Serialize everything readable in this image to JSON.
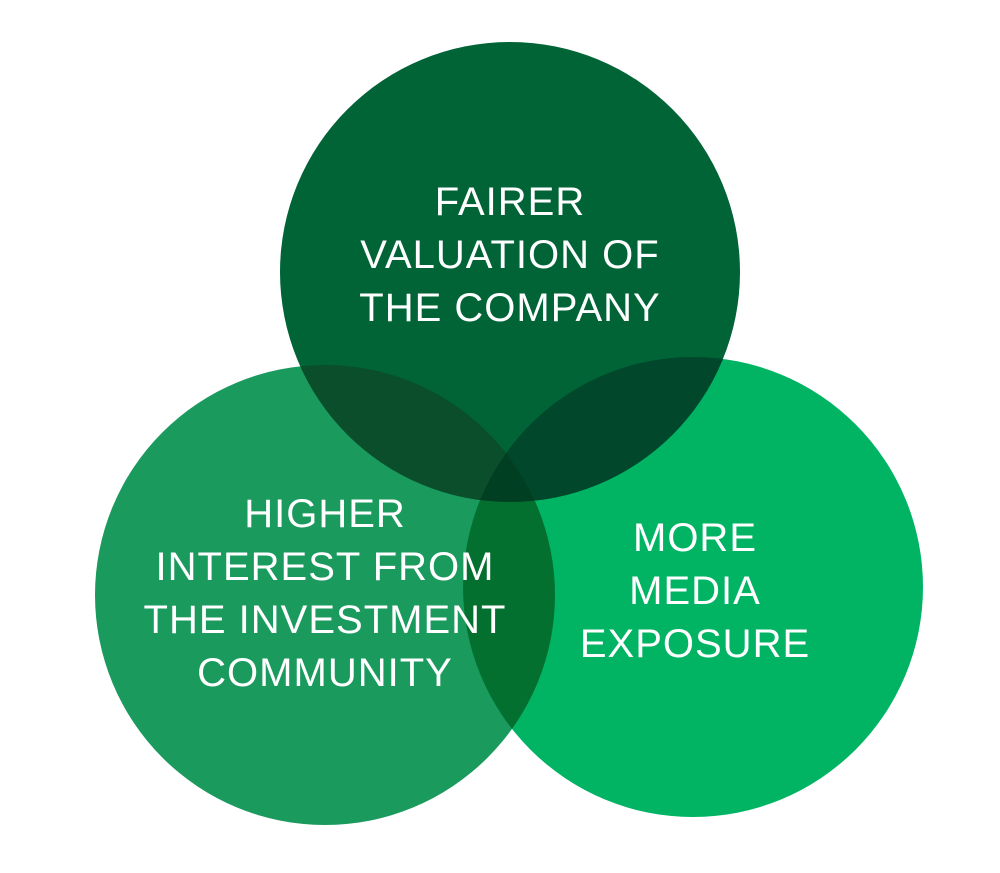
{
  "diagram": {
    "type": "venn",
    "background": "#ffffff",
    "text_color": "#ffffff",
    "circles": [
      {
        "id": "top",
        "color": "#006437",
        "lines": [
          "FAIRER",
          "VALUATION OF",
          "THE COMPANY"
        ]
      },
      {
        "id": "left",
        "color": "#1b9a5e",
        "lines": [
          "HIGHER",
          "INTEREST FROM",
          "THE INVESTMENT",
          "COMMUNITY"
        ]
      },
      {
        "id": "right",
        "color": "#00b464",
        "lines": [
          "MORE",
          "MEDIA",
          "EXPOSURE"
        ]
      }
    ],
    "overlap_colors": {
      "top_left": "#0b4e2c",
      "top_right": "#00472b",
      "left_right": "#04702f",
      "center": "#003f21"
    }
  }
}
